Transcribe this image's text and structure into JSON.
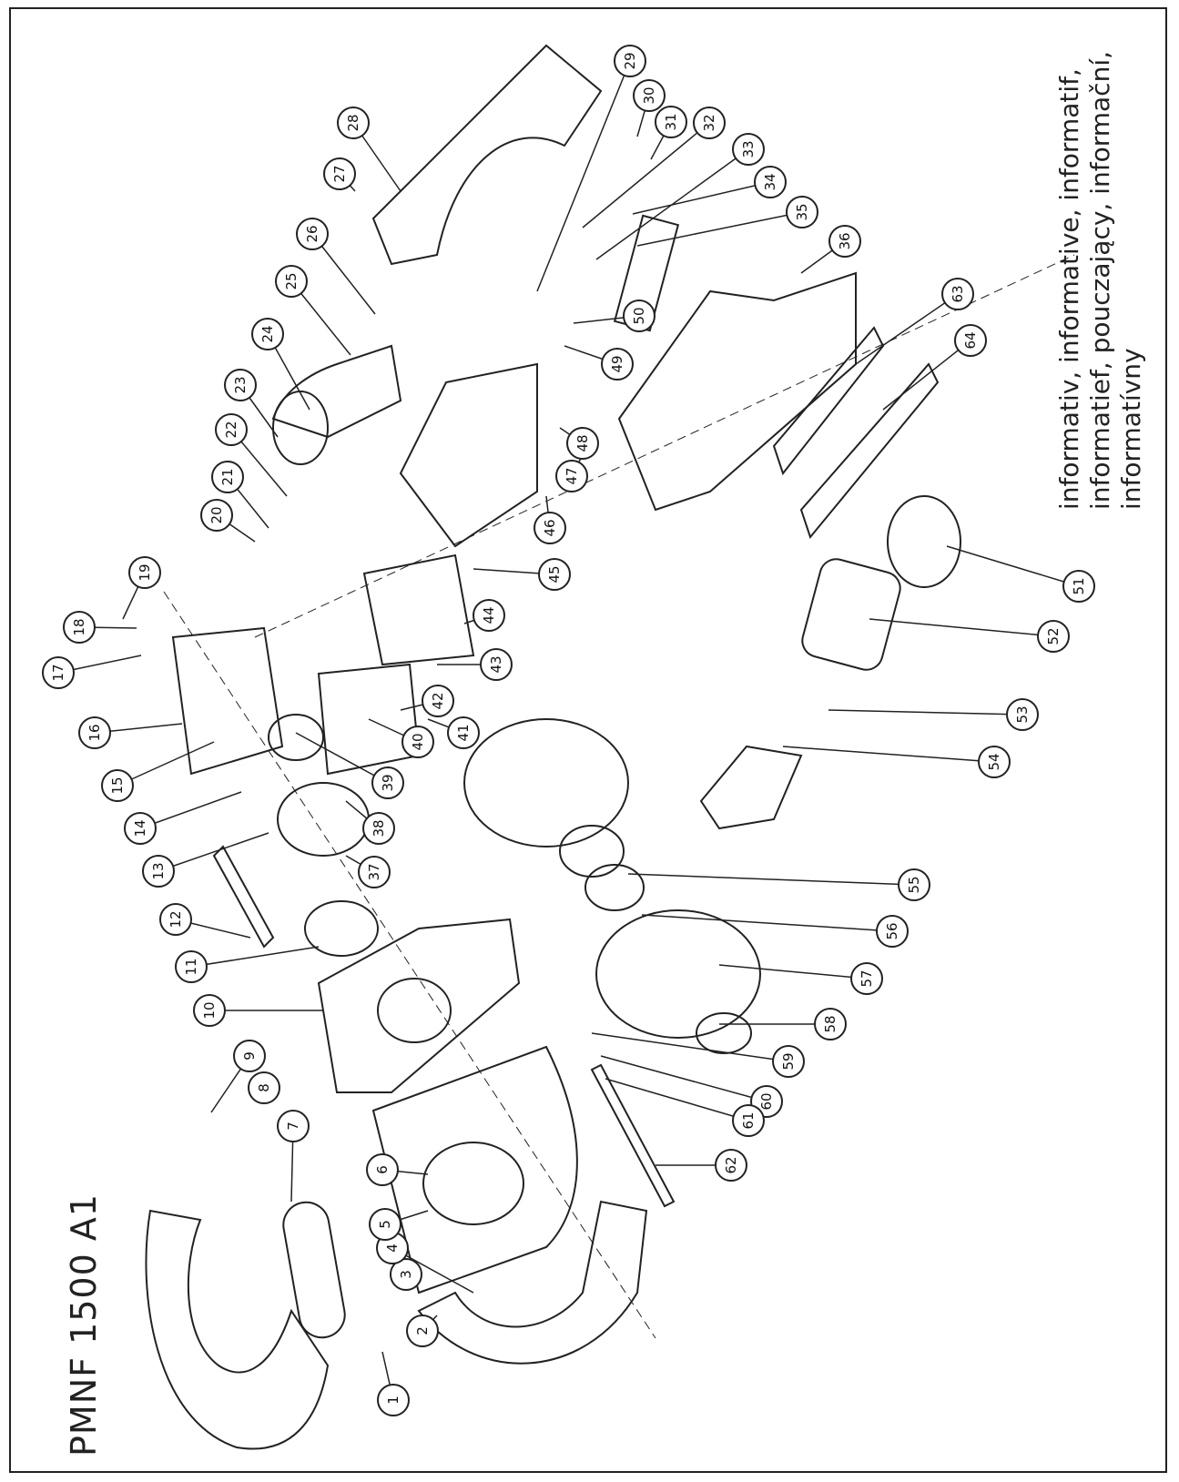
{
  "model_title": "PMNF 1500 A1",
  "info_note_lines": [
    "informativ, informative, informatif,",
    "informatief, pouczający, informační,",
    "informatívny"
  ],
  "part_numbers": [
    "1",
    "2",
    "3",
    "4",
    "5",
    "6",
    "7",
    "8",
    "9",
    "10",
    "11",
    "12",
    "13",
    "14",
    "15",
    "16",
    "17",
    "18",
    "19",
    "20",
    "21",
    "22",
    "23",
    "24",
    "25",
    "26",
    "27",
    "28",
    "29",
    "30",
    "31",
    "32",
    "33",
    "34",
    "35",
    "36",
    "37",
    "38",
    "39",
    "40",
    "41",
    "42",
    "43",
    "44",
    "45",
    "46",
    "47",
    "48",
    "49",
    "50",
    "51",
    "52",
    "53",
    "54",
    "55",
    "56",
    "57",
    "58",
    "59",
    "60",
    "61",
    "62",
    "63",
    "64"
  ],
  "icons": {
    "part-callout": "circle-number",
    "leader-line": "line"
  },
  "colors": {
    "ink": "#222222",
    "paper": "#ffffff"
  }
}
